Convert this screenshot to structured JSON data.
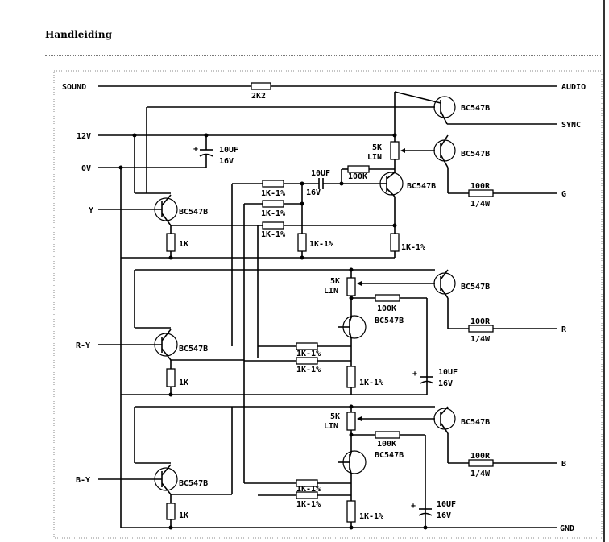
{
  "document": {
    "title": "Handleiding"
  },
  "schematic": {
    "nets": {
      "sound": "SOUND",
      "audio": "AUDIO",
      "sync": "SYNC",
      "v12": "12V",
      "v0": "0V",
      "y": "Y",
      "ry": "R-Y",
      "by": "B-Y",
      "g": "G",
      "r": "R",
      "b": "B",
      "gnd": "GND"
    },
    "parts": {
      "r2k2": "2K2",
      "transistor": "BC547B",
      "r1k": "1K",
      "r1k1": "1K-1%",
      "pot_top": "5K",
      "pot_bot": "LIN",
      "r100k": "100K",
      "r100r": "100R",
      "r100r_w": "1/4W",
      "cap_top": "10UF",
      "cap_bot": "16V",
      "cap_top_c1": "10UF",
      "cap_bot_c1": "16V",
      "plus": "+"
    }
  }
}
